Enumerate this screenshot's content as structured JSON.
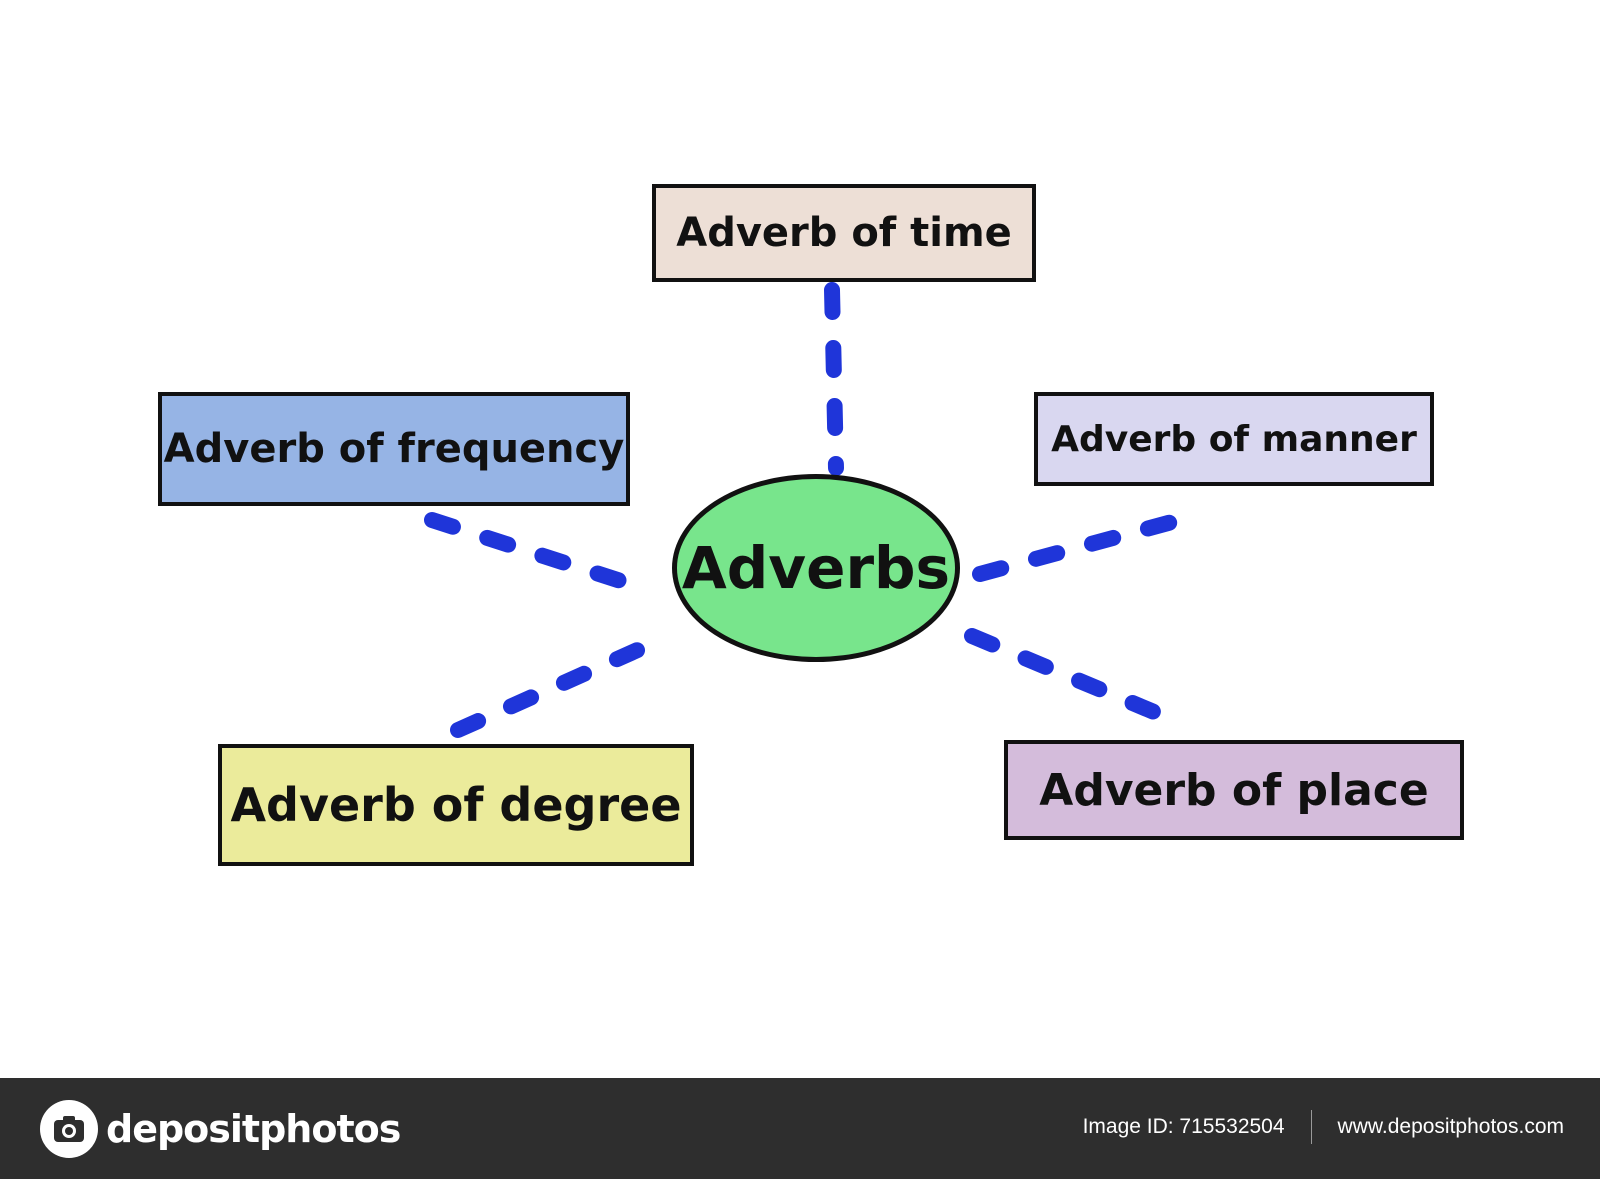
{
  "diagram": {
    "center": {
      "label": "Adverbs",
      "color": "#78e58c"
    },
    "nodes": [
      {
        "label": "Adverb of time",
        "color": "#eddfd6"
      },
      {
        "label": "Adverb of frequency",
        "color": "#96b4e5"
      },
      {
        "label": "Adverb of manner",
        "color": "#d9d7f0"
      },
      {
        "label": "Adverb of degree",
        "color": "#ebeb9b"
      },
      {
        "label": "Adverb of place",
        "color": "#d4bcdb"
      }
    ],
    "connector_color": "#1f35d9",
    "connector_style": "dashed"
  },
  "footer": {
    "brand": "depositphotos",
    "image_id": "Image ID: 715532504",
    "website": "www.depositphotos.com",
    "background": "#2e2e2e"
  }
}
